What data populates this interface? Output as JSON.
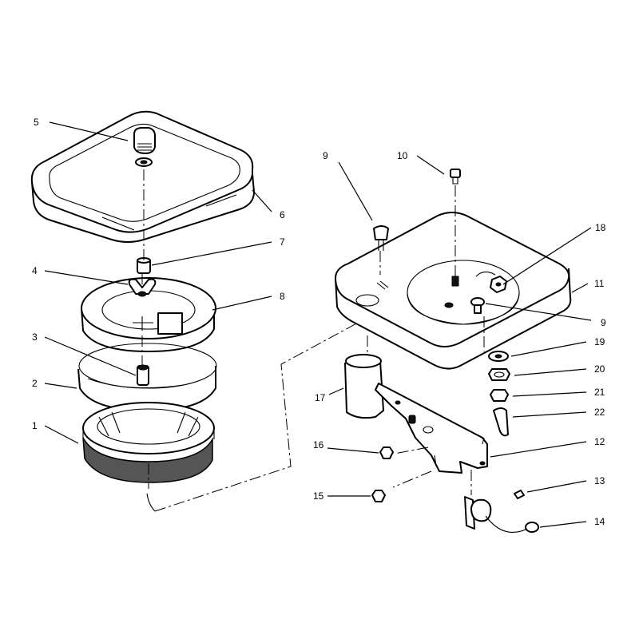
{
  "callouts": [
    {
      "id": "5",
      "text": "5"
    },
    {
      "id": "6",
      "text": "6"
    },
    {
      "id": "7",
      "text": "7"
    },
    {
      "id": "4",
      "text": "4"
    },
    {
      "id": "8",
      "text": "8"
    },
    {
      "id": "3",
      "text": "3"
    },
    {
      "id": "2",
      "text": "2"
    },
    {
      "id": "1",
      "text": "1"
    },
    {
      "id": "9a",
      "text": "9"
    },
    {
      "id": "10",
      "text": "10"
    },
    {
      "id": "18",
      "text": "18"
    },
    {
      "id": "11",
      "text": "11"
    },
    {
      "id": "9b",
      "text": "9"
    },
    {
      "id": "19",
      "text": "19"
    },
    {
      "id": "20",
      "text": "20"
    },
    {
      "id": "21",
      "text": "21"
    },
    {
      "id": "22",
      "text": "22"
    },
    {
      "id": "17",
      "text": "17"
    },
    {
      "id": "12",
      "text": "12"
    },
    {
      "id": "16",
      "text": "16"
    },
    {
      "id": "13",
      "text": "13"
    },
    {
      "id": "15",
      "text": "15"
    },
    {
      "id": "14",
      "text": "14"
    }
  ]
}
